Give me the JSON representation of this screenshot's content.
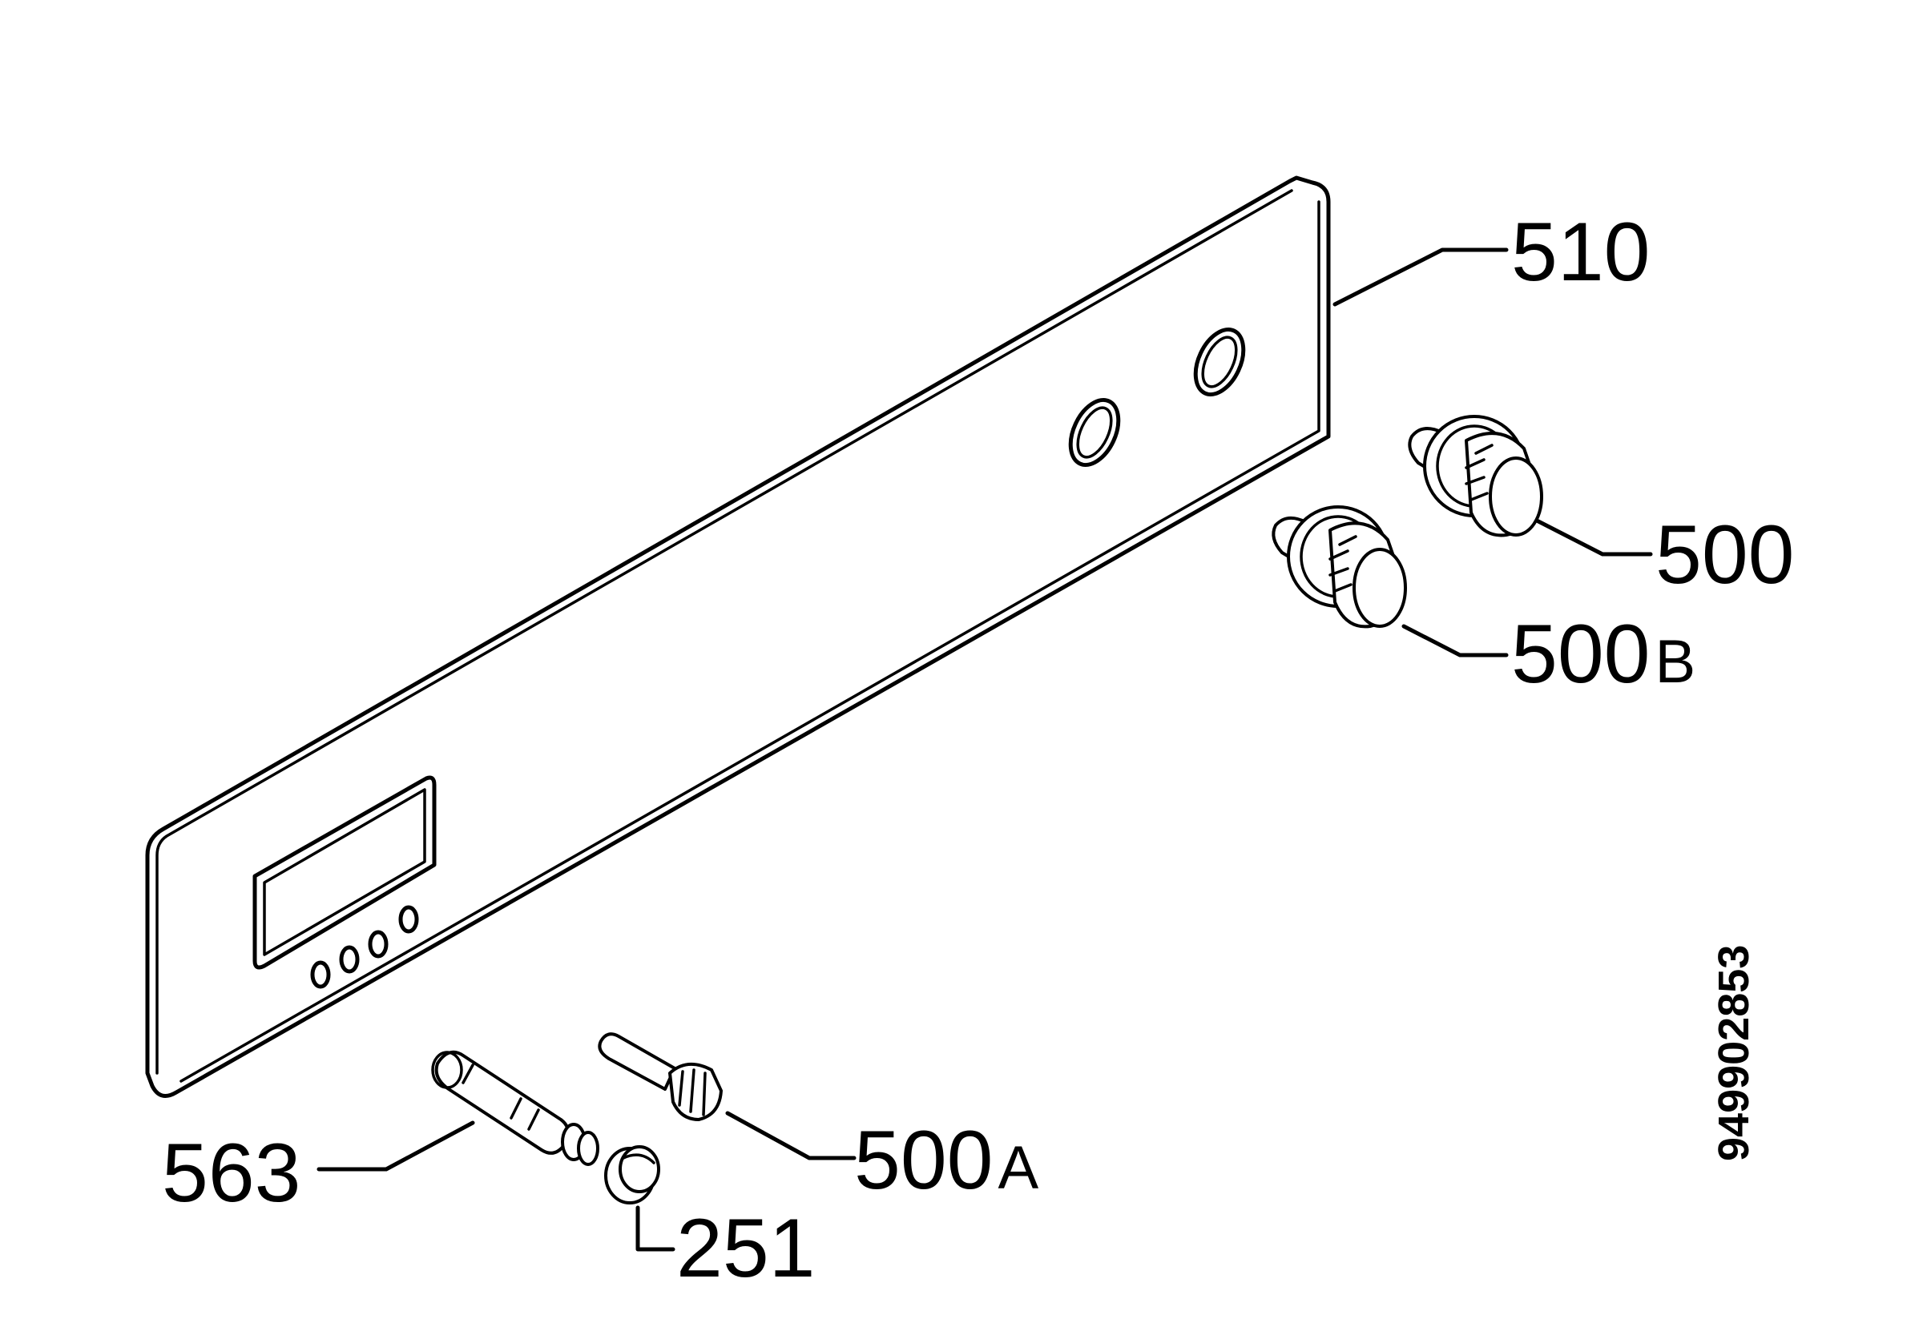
{
  "labels": {
    "p510": {
      "number": "510"
    },
    "p500": {
      "number": "500"
    },
    "p500b": {
      "number": "500",
      "suffix": "B"
    },
    "p563": {
      "number": "563"
    },
    "p500a": {
      "number": "500",
      "suffix": "A"
    },
    "p251": {
      "number": "251"
    }
  },
  "drawing_number": "949902853"
}
